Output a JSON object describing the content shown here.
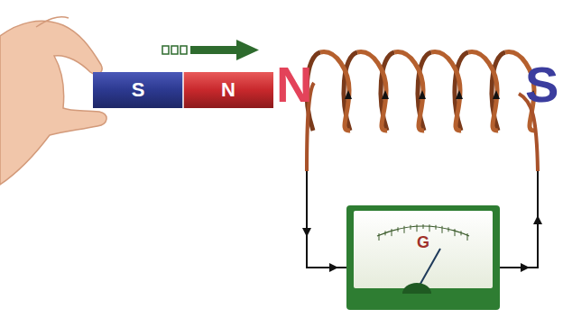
{
  "diagram": {
    "nodes": [
      {
        "text": [
          "S"
        ]
      },
      {
        "text": [
          "N"
        ]
      },
      {
        "text": [
          "G"
        ]
      }
    ],
    "labels": [
      "N",
      "S"
    ]
  }
}
